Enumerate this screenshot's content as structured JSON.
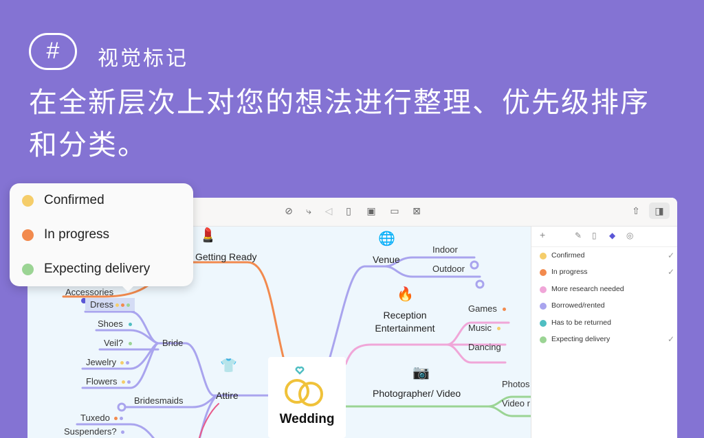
{
  "header": {
    "icon": "hash-icon",
    "icon_glyph": "#",
    "feature": "视觉标记",
    "headline": "在全新层次上对您的想法进行整理、优先级排序和分类。"
  },
  "colors": {
    "confirmed": "#f5cd6a",
    "in_progress": "#f28a4e",
    "research": "#f0a6d8",
    "borrowed": "#a9a4ee",
    "returned": "#4fbec2",
    "delivery": "#9bd494",
    "accent": "#5a56d6"
  },
  "toolbar": {
    "icons": [
      "check-circle-icon",
      "connection-icon",
      "back-icon",
      "document-icon",
      "image-icon",
      "layout-icon",
      "grid-icon"
    ],
    "right": [
      "share-icon",
      "sidebar-toggle-icon"
    ]
  },
  "popup": {
    "items": [
      {
        "label": "Confirmed",
        "color": "#f5cd6a"
      },
      {
        "label": "In progress",
        "color": "#f28a4e"
      },
      {
        "label": "Expecting delivery",
        "color": "#9bd494"
      }
    ]
  },
  "sidebar": {
    "icons": [
      "plus-icon",
      "brush-icon",
      "note-icon",
      "tag-icon",
      "palette-icon"
    ],
    "items": [
      {
        "label": "Confirmed",
        "color": "#f5cd6a",
        "checked": true
      },
      {
        "label": "In progress",
        "color": "#f28a4e",
        "checked": true
      },
      {
        "label": "More research needed",
        "color": "#f0a6d8",
        "checked": false
      },
      {
        "label": "Borrowed/rented",
        "color": "#a9a4ee",
        "checked": false
      },
      {
        "label": "Has to be returned",
        "color": "#4fbec2",
        "checked": false
      },
      {
        "label": "Expecting delivery",
        "color": "#9bd494",
        "checked": true
      }
    ]
  },
  "mindmap": {
    "center": "Wedding",
    "getting_ready": "Getting Ready",
    "accessories": "Accessories",
    "dress": "Dress",
    "shoes": "Shoes",
    "veil": "Veil?",
    "jewelry": "Jewelry",
    "flowers": "Flowers",
    "bride": "Bride",
    "attire": "Attire",
    "bridesmaids": "Bridesmaids",
    "tuxedo": "Tuxedo",
    "suspenders": "Suspenders?",
    "venue": "Venue",
    "indoor": "Indoor",
    "outdoor": "Outdoor",
    "reception1": "Reception",
    "reception2": "Entertainment",
    "games": "Games",
    "music": "Music",
    "dancing": "Dancing",
    "photo": "Photographer/ Video",
    "photos": "Photos",
    "video": "Video r"
  }
}
